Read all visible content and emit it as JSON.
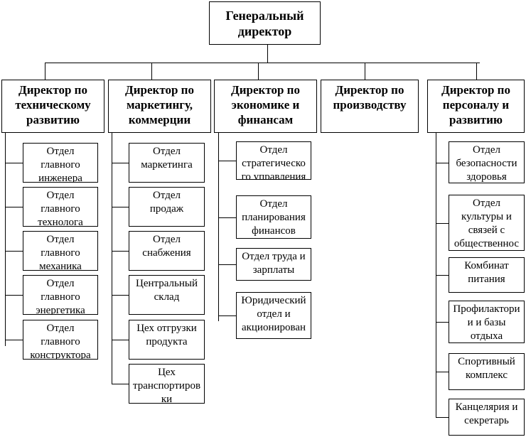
{
  "ceo": "Генеральный\nдиректор",
  "directors": [
    {
      "title": "Директор по\nтехническому\nразвитию",
      "depts": [
        "Отдел\nглавного\nинженера",
        "Отдел\nглавного\nтехнолога",
        "Отдел\nглавного\nмеханика",
        "Отдел\nглавного\nэнергетика",
        "Отдел\nглавного\nконструктора"
      ]
    },
    {
      "title": "Директор по\nмаркетингу,\nкоммерции",
      "depts": [
        "Отдел\nмаркетинга",
        "Отдел\nпродаж",
        "Отдел\nснабжения",
        "Центральный\nсклад",
        "Цех отгрузки\nпродукта",
        "Цех\nтранспортиров\nки"
      ]
    },
    {
      "title": "Директор по\nэкономике и\nфинансам",
      "depts": [
        "Отдел\nстратегическо\nго управления",
        "Отдел\nпланирования\nфинансов",
        "Отдел труда и\nзарплаты",
        "Юридический\nотдел и\nакционирован\nия"
      ]
    },
    {
      "title": "Директор по\nпроизводству",
      "depts": []
    },
    {
      "title": "Директор по\nперсоналу и\nразвитию",
      "depts": [
        "Отдел\nбезопасности\nздоровья",
        "Отдел\nкультуры и\nсвязей с\nобщественнос\nтью",
        "Комбинат\nпитания",
        "Профилактори\nи и базы\nотдыха",
        "Спортивный\nкомплекс",
        "Канцелярия и\nсекретарь"
      ]
    }
  ]
}
